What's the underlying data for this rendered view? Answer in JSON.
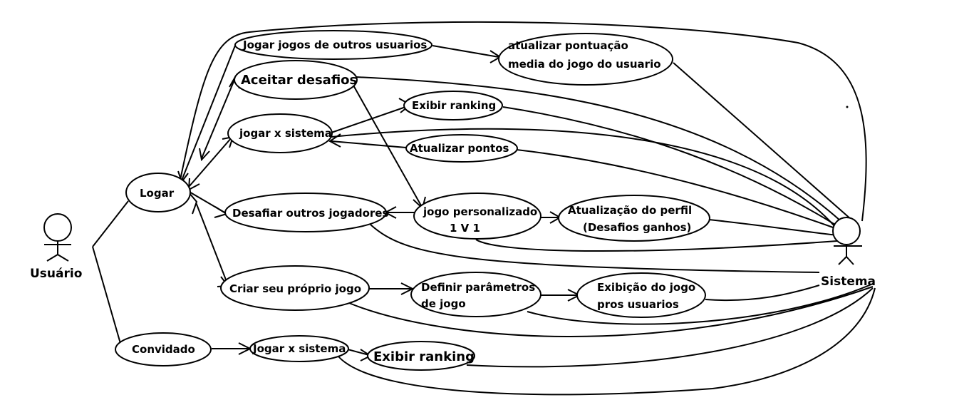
{
  "actors": {
    "usuario": {
      "label": "Usuário"
    },
    "sistema": {
      "label": "Sistema"
    }
  },
  "use_cases": {
    "jogar_outros": "Jogar jogos de outros usuarios",
    "atualizar_pontuacao": [
      "atualizar pontuação",
      "media do jogo do usuario"
    ],
    "aceitar_desafios": "Aceitar desafios",
    "exibir_ranking_1": "Exibir ranking",
    "jogar_sistema_1": "jogar x sistema",
    "atualizar_pontos": "Atualizar pontos",
    "logar": "Logar",
    "desafiar": "Desafiar outros jogadores",
    "jogo_personalizado": [
      "jogo personalizado",
      "1 V  1"
    ],
    "atualizacao_perfil": [
      "Atualização do perfil",
      "(Desafios ganhos)"
    ],
    "criar_jogo": "Criar seu próprio jogo",
    "definir_parametros": [
      "Definir parâmetros",
      "de jogo"
    ],
    "exibicao_jogo": [
      "Exibição do jogo",
      "pros usuarios"
    ],
    "convidado": "Convidado",
    "jogar_sistema_2": "Jogar x sistema",
    "exibir_ranking_2": "Exibir ranking"
  }
}
